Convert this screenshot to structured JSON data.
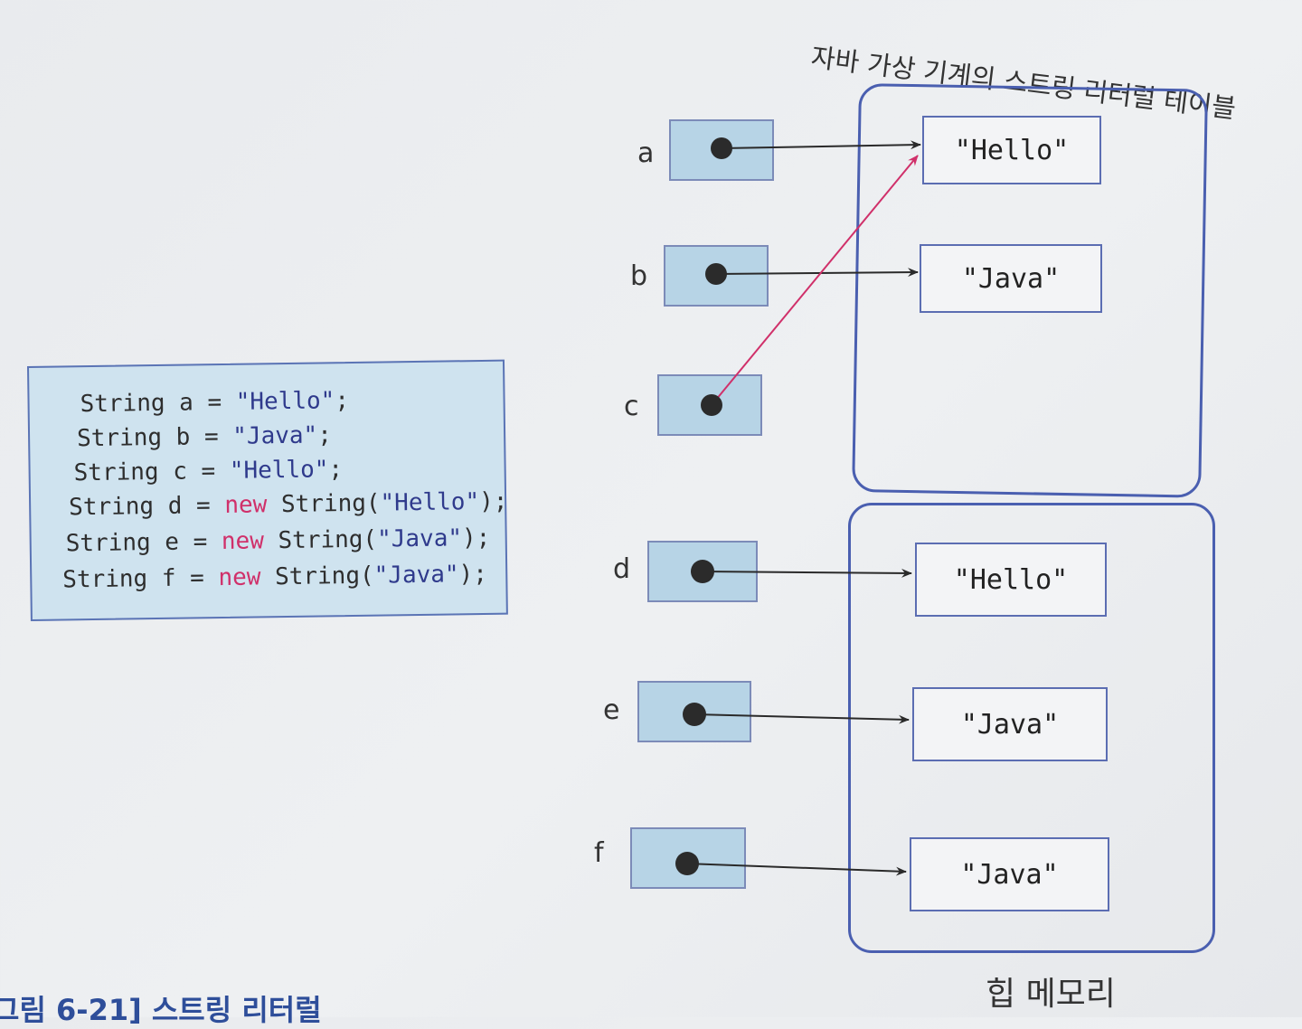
{
  "code_lines": [
    [
      {
        "t": "String a = "
      },
      {
        "t": "\"Hello\"",
        "c": "str"
      },
      {
        "t": ";"
      }
    ],
    [
      {
        "t": "String b = "
      },
      {
        "t": "\"Java\"",
        "c": "str"
      },
      {
        "t": ";"
      }
    ],
    [
      {
        "t": "String c = "
      },
      {
        "t": "\"Hello\"",
        "c": "str"
      },
      {
        "t": ";"
      }
    ],
    [
      {
        "t": "String d = "
      },
      {
        "t": "new",
        "c": "kw"
      },
      {
        "t": " String("
      },
      {
        "t": "\"Hello\"",
        "c": "str"
      },
      {
        "t": ");"
      }
    ],
    [
      {
        "t": "String e = "
      },
      {
        "t": "new",
        "c": "kw"
      },
      {
        "t": " String("
      },
      {
        "t": "\"Java\"",
        "c": "str"
      },
      {
        "t": ");"
      }
    ],
    [
      {
        "t": "String f = "
      },
      {
        "t": "new",
        "c": "kw"
      },
      {
        "t": " String("
      },
      {
        "t": "\"Java\"",
        "c": "str"
      },
      {
        "t": ");"
      }
    ]
  ],
  "variables": [
    "a",
    "b",
    "c",
    "d",
    "e",
    "f"
  ],
  "literal_table": {
    "title": "자바 가상 기계의 스트링 리터럴 테이블",
    "strings": [
      "\"Hello\"",
      "\"Java\""
    ]
  },
  "heap": {
    "title": "힙 메모리",
    "strings": [
      "\"Hello\"",
      "\"Java\"",
      "\"Java\""
    ]
  },
  "caption_fragment": "그림 6-21] 스트링 리터럴",
  "colors": {
    "ref_box_fill": "#b7d4e6",
    "region_border": "#4a5fb0",
    "literal_arrow": "#d0306a",
    "keyword": "#d0306a"
  }
}
